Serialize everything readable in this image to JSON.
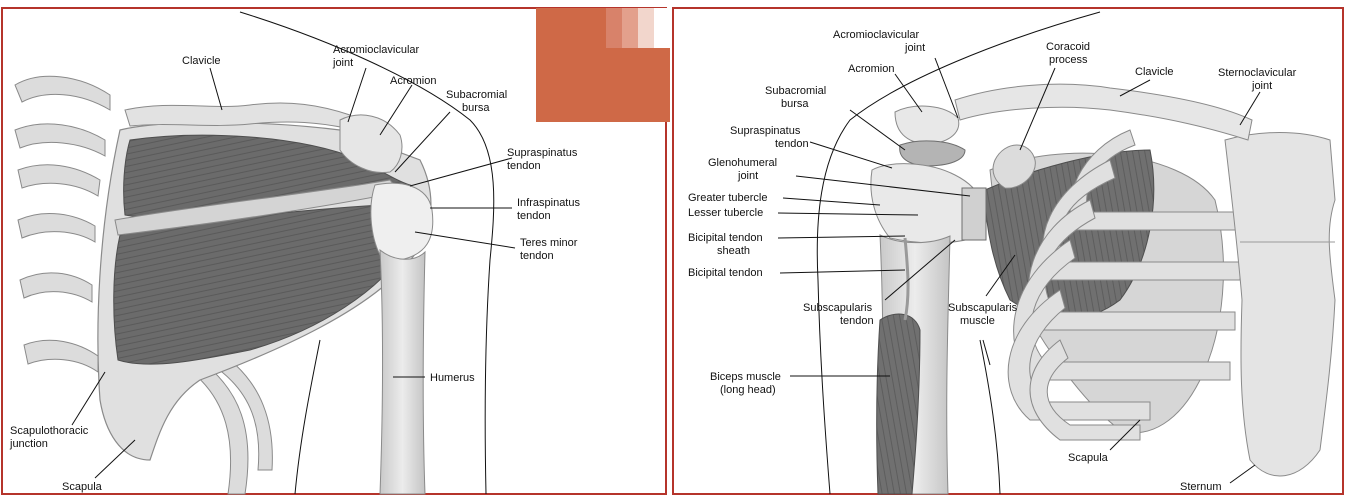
{
  "colors": {
    "frame": "#b5342b",
    "accent_orange": "#cf6947",
    "muscle": "#6b6b6b",
    "bone": "#e3e3e3",
    "bone_shadow": "#bdbdbd",
    "label": "#111111"
  },
  "posterior_view": {
    "labels": {
      "clavicle": "Clavicle",
      "ac_joint_1": "Acromioclavicular",
      "ac_joint_2": "joint",
      "acromion": "Acromion",
      "subacromial_bursa_1": "Subacromial",
      "subacromial_bursa_2": "bursa",
      "supraspinatus_tendon_1": "Supraspinatus",
      "supraspinatus_tendon_2": "tendon",
      "infraspinatus_tendon_1": "Infraspinatus",
      "infraspinatus_tendon_2": "tendon",
      "teres_minor_tendon_1": "Teres minor",
      "teres_minor_tendon_2": "tendon",
      "humerus": "Humerus",
      "scapulothoracic_1": "Scapulothoracic",
      "scapulothoracic_2": "junction",
      "scapula": "Scapula"
    }
  },
  "anterior_view": {
    "labels": {
      "ac_joint_1": "Acromioclavicular",
      "ac_joint_2": "joint",
      "coracoid_1": "Coracoid",
      "coracoid_2": "process",
      "acromion": "Acromion",
      "clavicle": "Clavicle",
      "sc_joint_1": "Sternoclavicular",
      "sc_joint_2": "joint",
      "subacromial_bursa_1": "Subacromial",
      "subacromial_bursa_2": "bursa",
      "supraspinatus_tendon_1": "Supraspinatus",
      "supraspinatus_tendon_2": "tendon",
      "glenohumeral_1": "Glenohumeral",
      "glenohumeral_2": "joint",
      "greater_tubercle": "Greater tubercle",
      "lesser_tubercle": "Lesser tubercle",
      "bicipital_sheath_1": "Bicipital tendon",
      "bicipital_sheath_2": "sheath",
      "bicipital_tendon": "Bicipital tendon",
      "subscapularis_tendon_1": "Subscapularis",
      "subscapularis_tendon_2": "tendon",
      "subscapularis_muscle_1": "Subscapularis",
      "subscapularis_muscle_2": "muscle",
      "biceps_1": "Biceps muscle",
      "biceps_2": "(long head)",
      "scapula": "Scapula",
      "sternum": "Sternum"
    }
  }
}
